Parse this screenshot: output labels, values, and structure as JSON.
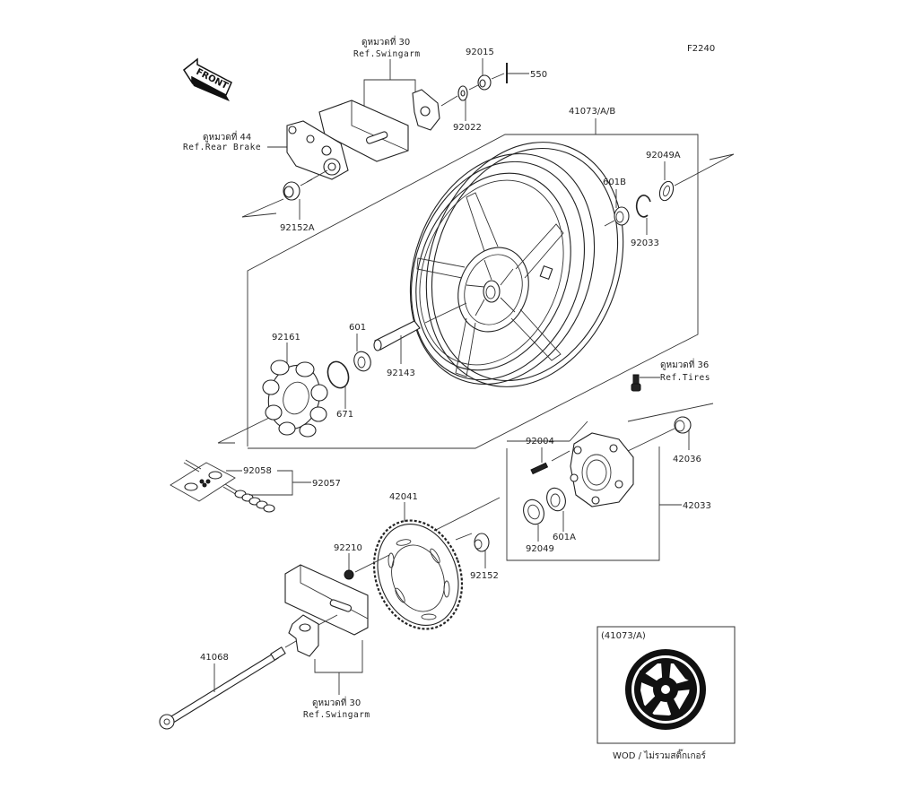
{
  "figure_code": "F2240",
  "front_indicator": "FRONT",
  "references": {
    "swingarm_top": {
      "thai": "ดูหมวดที่ 30",
      "en": "Ref.Swingarm"
    },
    "rear_brake": {
      "thai": "ดูหมวดที่ 44",
      "en": "Ref.Rear Brake"
    },
    "tires": {
      "thai": "ดูหมวดที่ 36",
      "en": "Ref.Tires"
    },
    "swingarm_bottom": {
      "thai": "ดูหมวดที่ 30",
      "en": "Ref.Swingarm"
    }
  },
  "parts": {
    "p92015": "92015",
    "p550": "550",
    "p92022": "92022",
    "p41073": "41073/A/B",
    "p92049A": "92049A",
    "p601B": "601B",
    "p92033": "92033",
    "p92152A": "92152A",
    "p92161": "92161",
    "p601": "601",
    "p92143": "92143",
    "p671": "671",
    "p92058": "92058",
    "p92057": "92057",
    "p92004": "92004",
    "p42036": "42036",
    "p42033": "42033",
    "p42041": "42041",
    "p92210": "92210",
    "p92152": "92152",
    "p92049": "92049",
    "p601A": "601A",
    "p41068": "41068"
  },
  "inset": {
    "title": "(41073/A)",
    "caption": "WOD / ไม่รวมสติ๊กเกอร์"
  }
}
